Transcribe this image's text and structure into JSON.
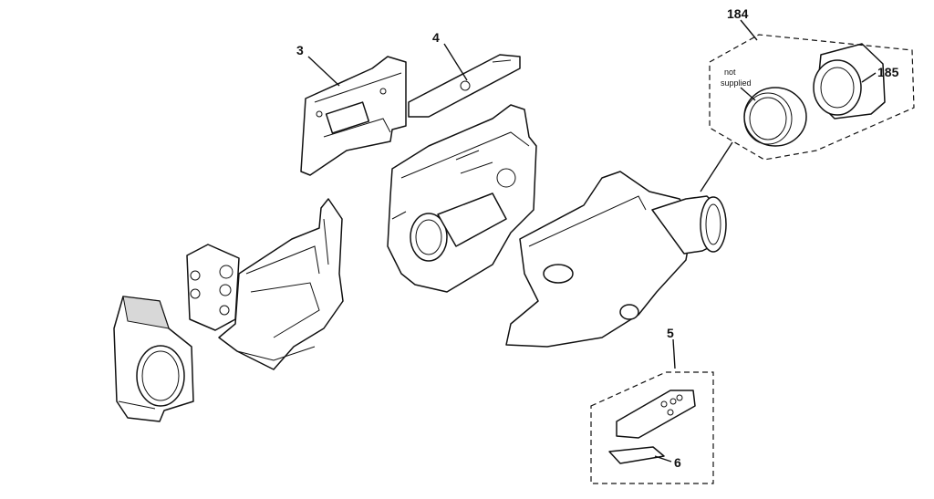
{
  "labels": {
    "part3": "3",
    "part4": "4",
    "part5": "5",
    "part6": "6",
    "part184": "184",
    "part185": "185"
  },
  "note": {
    "line1": "not",
    "line2": "supplied"
  }
}
